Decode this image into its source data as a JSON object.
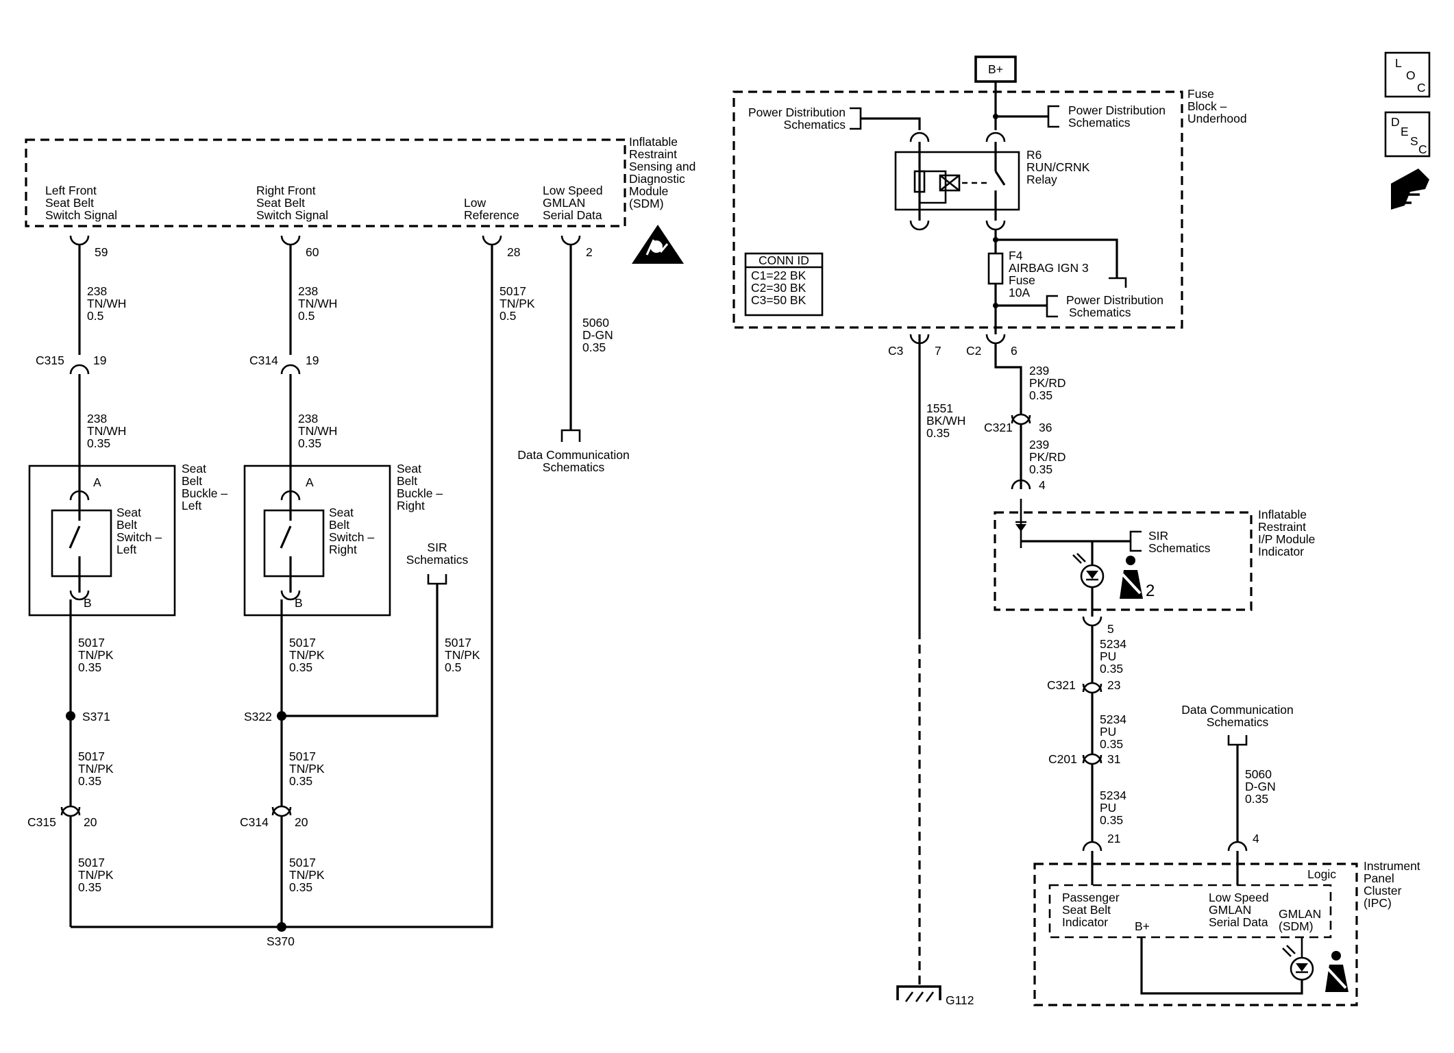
{
  "sdm": {
    "title": [
      "Inflatable",
      "Restraint",
      "Sensing and",
      "Diagnostic",
      "Module",
      "(SDM)"
    ],
    "lf_signal": [
      "Left Front",
      "Seat Belt",
      "Switch Signal"
    ],
    "rf_signal": [
      "Right Front",
      "Seat Belt",
      "Switch Signal"
    ],
    "low_ref": [
      "Low",
      "Reference"
    ],
    "gmlan": [
      "Low Speed",
      "GMLAN",
      "Serial Data"
    ],
    "pin_lf": "59",
    "pin_rf": "60",
    "pin_low": "28",
    "pin_gmlan": "2"
  },
  "wires": {
    "w238": [
      "238",
      "TN/WH",
      "0.5"
    ],
    "w238b": [
      "238",
      "TN/WH",
      "0.35"
    ],
    "w5017_05": [
      "5017",
      "TN/PK",
      "0.5"
    ],
    "w5017": [
      "5017",
      "TN/PK",
      "0.35"
    ],
    "w5060": [
      "5060",
      "D-GN",
      "0.35"
    ],
    "w1551": [
      "1551",
      "BK/WH",
      "0.35"
    ],
    "w239": [
      "239",
      "PK/RD",
      "0.35"
    ],
    "w5234": [
      "5234",
      "PU",
      "0.35"
    ]
  },
  "connectors": {
    "c315": "C315",
    "c314": "C314",
    "c321": "C321",
    "c201": "C201",
    "c3": "C3",
    "c2": "C2",
    "p19": "19",
    "p20": "20",
    "p7": "7",
    "p6": "6",
    "p36": "36",
    "p4": "4",
    "p5": "5",
    "p23": "23",
    "p31": "31",
    "p21": "21"
  },
  "splices": {
    "s371": "S371",
    "s322": "S322",
    "s370": "S370"
  },
  "buckle_left": {
    "title": [
      "Seat",
      "Belt",
      "Buckle –",
      "Left"
    ],
    "switch": [
      "Seat",
      "Belt",
      "Switch –",
      "Left"
    ],
    "pin_a": "A",
    "pin_b": "B"
  },
  "buckle_right": {
    "title": [
      "Seat",
      "Belt",
      "Buckle –",
      "Right"
    ],
    "switch": [
      "Seat",
      "Belt",
      "Switch –",
      "Right"
    ],
    "pin_a": "A",
    "pin_b": "B"
  },
  "refs": {
    "sir": [
      "SIR",
      "Schematics"
    ],
    "data_comm": [
      "Data Communication",
      "Schematics"
    ],
    "power_dist": [
      "Power Distribution",
      "Schematics"
    ]
  },
  "fuse_block": {
    "title": [
      "Fuse",
      "Block –",
      "Underhood"
    ],
    "battery": "B+",
    "relay": [
      "R6",
      "RUN/CRNK",
      "Relay"
    ],
    "fuse": [
      "F4",
      "AIRBAG IGN 3",
      "Fuse",
      "10A"
    ],
    "conn_id": [
      "CONN ID",
      "C1=22 BK",
      "C2=30 BK",
      "C3=50 BK"
    ]
  },
  "ground": "G112",
  "ip_module": {
    "title": [
      "Inflatable",
      "Restraint",
      "I/P Module",
      "Indicator"
    ],
    "indicator_num": "2"
  },
  "ipc": {
    "title": [
      "Instrument",
      "Panel",
      "Cluster",
      "(IPC)"
    ],
    "logic": "Logic",
    "pass_indicator": [
      "Passenger",
      "Seat Belt",
      "Indicator"
    ],
    "gmlan": [
      "Low Speed",
      "GMLAN",
      "Serial Data"
    ],
    "gmlan_sdm": [
      "GMLAN",
      "(SDM)"
    ],
    "bplus": "B+"
  },
  "nav_icons": {
    "loc": [
      "L",
      "O",
      "C"
    ],
    "desc": [
      "D",
      "E",
      "S",
      "C"
    ],
    "connector_icon": "connector-icon"
  }
}
